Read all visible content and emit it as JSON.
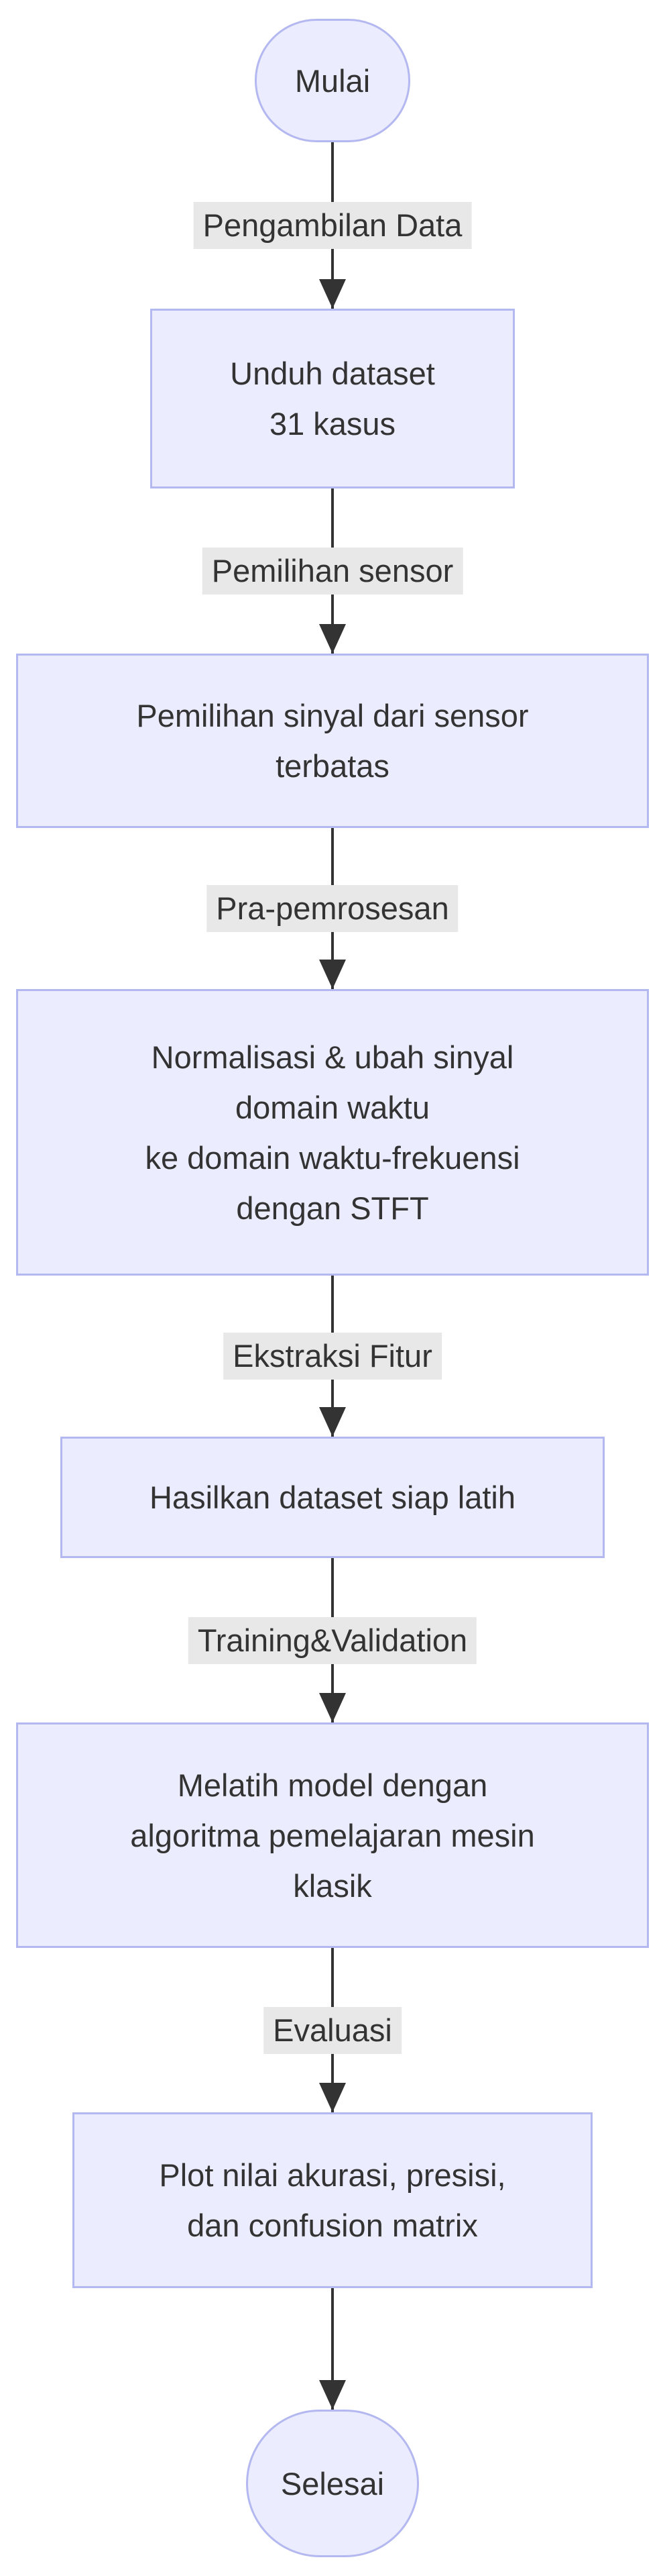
{
  "flowchart": {
    "start": {
      "label": "Mulai"
    },
    "end": {
      "label": "Selesai"
    },
    "edge_labels": {
      "pengambilan_data": "Pengambilan Data",
      "pemilihan_sensor": "Pemilihan sensor",
      "pra_pemrosesan": "Pra-pemrosesan",
      "ekstraksi_fitur": "Ekstraksi Fitur",
      "training_validation": "Training&Validation",
      "evaluasi": "Evaluasi"
    },
    "boxes": {
      "unduh_dataset": {
        "lines": [
          "Unduh dataset",
          "31 kasus"
        ]
      },
      "pemilihan_sinyal": {
        "lines": [
          "Pemilihan sinyal dari sensor",
          "terbatas"
        ]
      },
      "normalisasi": {
        "lines": [
          "Normalisasi & ubah sinyal",
          "domain waktu",
          "ke domain waktu-frekuensi",
          "dengan STFT"
        ]
      },
      "hasilkan_dataset": {
        "lines": [
          "Hasilkan dataset siap latih"
        ]
      },
      "melatih_model": {
        "lines": [
          "Melatih model dengan",
          "algoritma pemelajaran mesin",
          "klasik"
        ]
      },
      "plot_nilai": {
        "lines": [
          "Plot nilai akurasi, presisi,",
          "dan confusion matrix"
        ]
      }
    },
    "colors": {
      "background": "#ffffff",
      "node_fill": "#ECECFF",
      "node_border": "#b4b8f0",
      "text": "#333333",
      "edge": "#333333",
      "edge_label_bg": "#e8e8e8"
    }
  }
}
